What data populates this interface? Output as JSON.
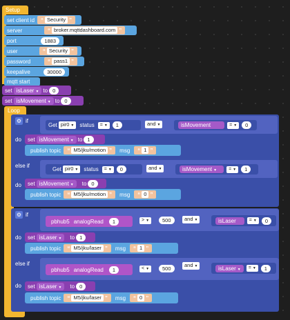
{
  "setup": {
    "header": "Setup",
    "rows": [
      {
        "label": "set client id",
        "value": "Security"
      },
      {
        "label": "server",
        "value": "broker.mqttdashboard.com"
      },
      {
        "label": "port",
        "value": "1883"
      },
      {
        "label": "user",
        "value": "Security"
      },
      {
        "label": "password",
        "value": "pass1"
      },
      {
        "label": "keepalive",
        "value": "30000"
      }
    ],
    "mqtt_start": "mqtt start",
    "set_islaser": {
      "set": "set",
      "var": "isLaser",
      "to": "to",
      "value": "0"
    },
    "set_ismovement": {
      "set": "set",
      "var": "isMovement",
      "to": "to",
      "value": "0"
    }
  },
  "loop": {
    "header": "Loop",
    "if1": {
      "if": "if",
      "do": "do",
      "elseif": "else if",
      "cond1": {
        "get": "Get",
        "pin": "pir0",
        "status": "status",
        "op": "=",
        "val": "1",
        "and": "and",
        "var": "isMovement",
        "op2": "=",
        "val2": "0"
      },
      "do1": {
        "set": "set",
        "var": "isMovement",
        "to": "to",
        "val": "1",
        "publish": "publish topic",
        "topic": "M5/jku/motion",
        "msg": "msg",
        "msg_val": "1"
      },
      "cond2": {
        "get": "Get",
        "pin": "pir0",
        "status": "status",
        "op": "=",
        "val": "0",
        "and": "and",
        "var": "isMovement",
        "op2": "=",
        "val2": "1"
      },
      "do2": {
        "set": "set",
        "var": "isMovement",
        "to": "to",
        "val": "0",
        "publish": "publish topic",
        "topic": "M5/jku/motion",
        "msg": "msg",
        "msg_val": "0"
      }
    },
    "if2": {
      "if": "if",
      "do": "do",
      "elseif": "else if",
      "cond1": {
        "hub": "pbhub5",
        "read": "analogRead",
        "ch": "1",
        "op": ">",
        "val": "500",
        "and": "and",
        "var": "isLaser",
        "op2": "=",
        "val2": "0"
      },
      "do1": {
        "set": "set",
        "var": "isLaser",
        "to": "to",
        "val": "1",
        "publish": "publish topic",
        "topic": "M5/jku/laser",
        "msg": "msg",
        "msg_val": "1"
      },
      "cond2": {
        "hub": "pbhub5",
        "read": "analogRead",
        "ch": "1",
        "op": "<",
        "val": "500",
        "and": "and",
        "var": "isLaser",
        "op2": "=",
        "val2": "1"
      },
      "do2": {
        "set": "set",
        "var": "isLaser",
        "to": "to",
        "val": "0",
        "publish": "publish topic",
        "topic": "M5/jku/laser",
        "msg": "msg",
        "msg_val": "0"
      }
    }
  },
  "colors": {
    "setup": "#f2b630",
    "mqtt": "#5ba5e0",
    "variable": "#8a3fb0",
    "logic": "#3a4fa8",
    "string": "#f2c39e"
  }
}
